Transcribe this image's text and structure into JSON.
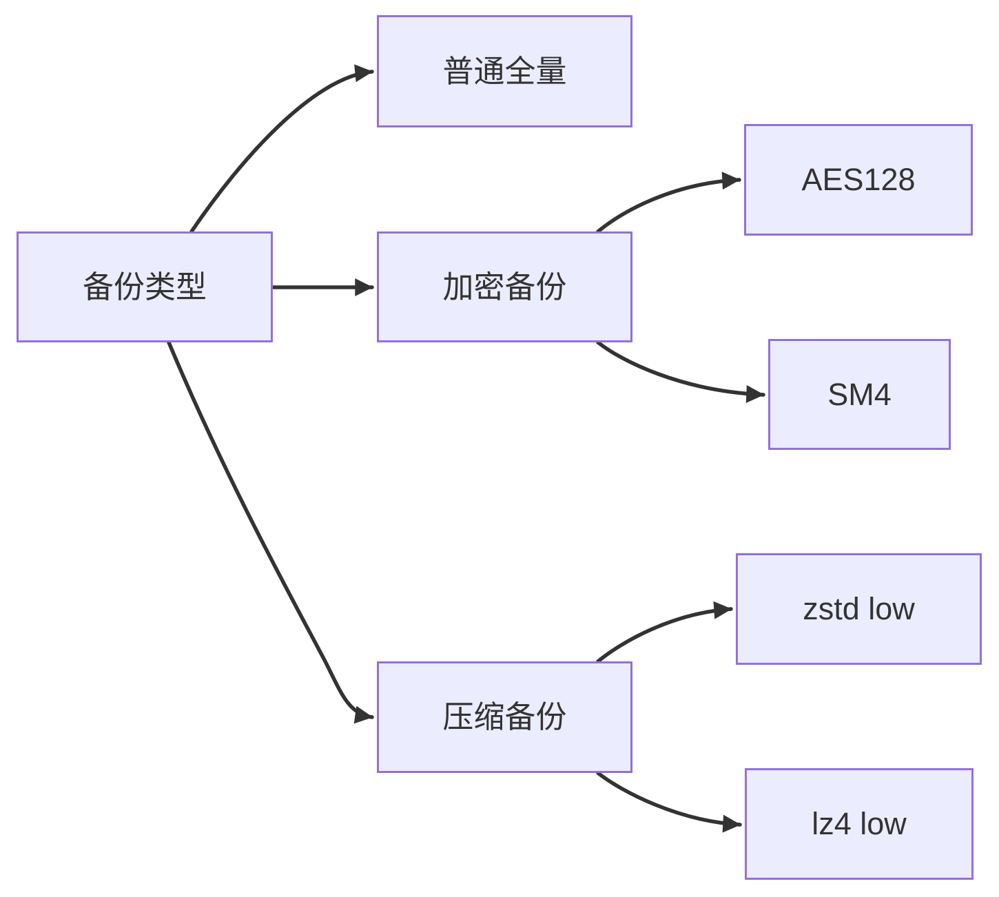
{
  "diagram": {
    "type": "flowchart",
    "direction": "left-to-right",
    "nodes": {
      "backup_type": {
        "label": "备份类型"
      },
      "normal_full": {
        "label": "普通全量"
      },
      "encrypted_backup": {
        "label": "加密备份"
      },
      "aes128": {
        "label": "AES128"
      },
      "sm4": {
        "label": "SM4"
      },
      "compressed_backup": {
        "label": "压缩备份"
      },
      "zstd_low": {
        "label": "zstd low"
      },
      "lz4_low": {
        "label": "lz4 low"
      }
    },
    "edges": [
      {
        "from": "backup_type",
        "to": "normal_full",
        "style": "arrow"
      },
      {
        "from": "backup_type",
        "to": "encrypted_backup",
        "style": "arrow"
      },
      {
        "from": "backup_type",
        "to": "compressed_backup",
        "style": "arrow"
      },
      {
        "from": "encrypted_backup",
        "to": "aes128",
        "style": "arrow"
      },
      {
        "from": "encrypted_backup",
        "to": "sm4",
        "style": "arrow"
      },
      {
        "from": "compressed_backup",
        "to": "zstd_low",
        "style": "arrow"
      },
      {
        "from": "compressed_backup",
        "to": "lz4_low",
        "style": "arrow"
      }
    ],
    "colors": {
      "node_fill": "#ECECFF",
      "node_border": "#9370DB",
      "edge_stroke": "#333333",
      "text": "#333333",
      "background": "#FFFFFF"
    }
  }
}
